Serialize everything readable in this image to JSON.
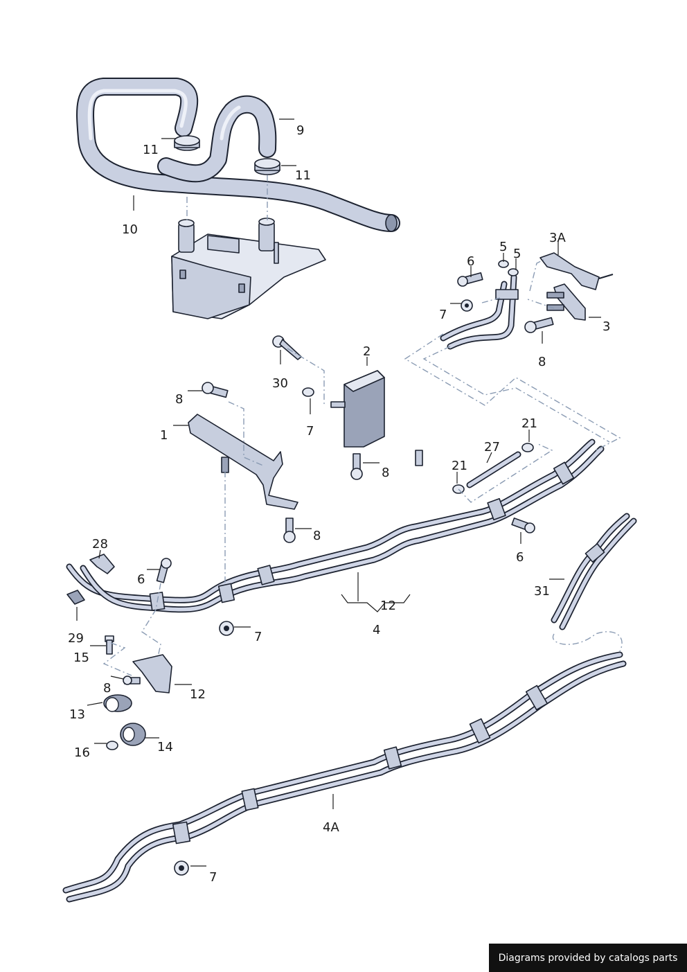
{
  "callouts": [
    "9",
    "11",
    "11",
    "10",
    "6",
    "5",
    "5",
    "3A",
    "7",
    "3",
    "8",
    "30",
    "2",
    "8",
    "7",
    "1",
    "8",
    "21",
    "27",
    "21",
    "8",
    "6",
    "28",
    "6",
    "31",
    "7",
    "4",
    "12",
    "29",
    "15",
    "12",
    "8",
    "13",
    "14",
    "16",
    "4A",
    "7"
  ],
  "footer": {
    "credit": "Diagrams provided by catalogs parts"
  }
}
